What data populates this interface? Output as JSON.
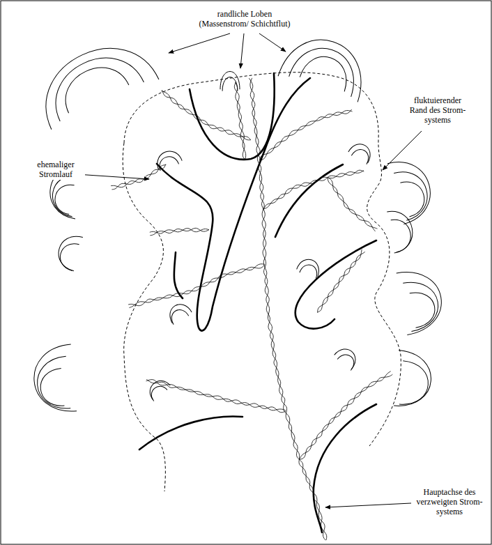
{
  "diagram": {
    "labels": [
      "randliche Loben (Massenstrom/ Schichtflut)",
      "fluktuierender Rand des Strom- systems",
      "ehemaliger Stromlauf",
      "Hauptachse des verzweigten Strom- systems"
    ]
  }
}
